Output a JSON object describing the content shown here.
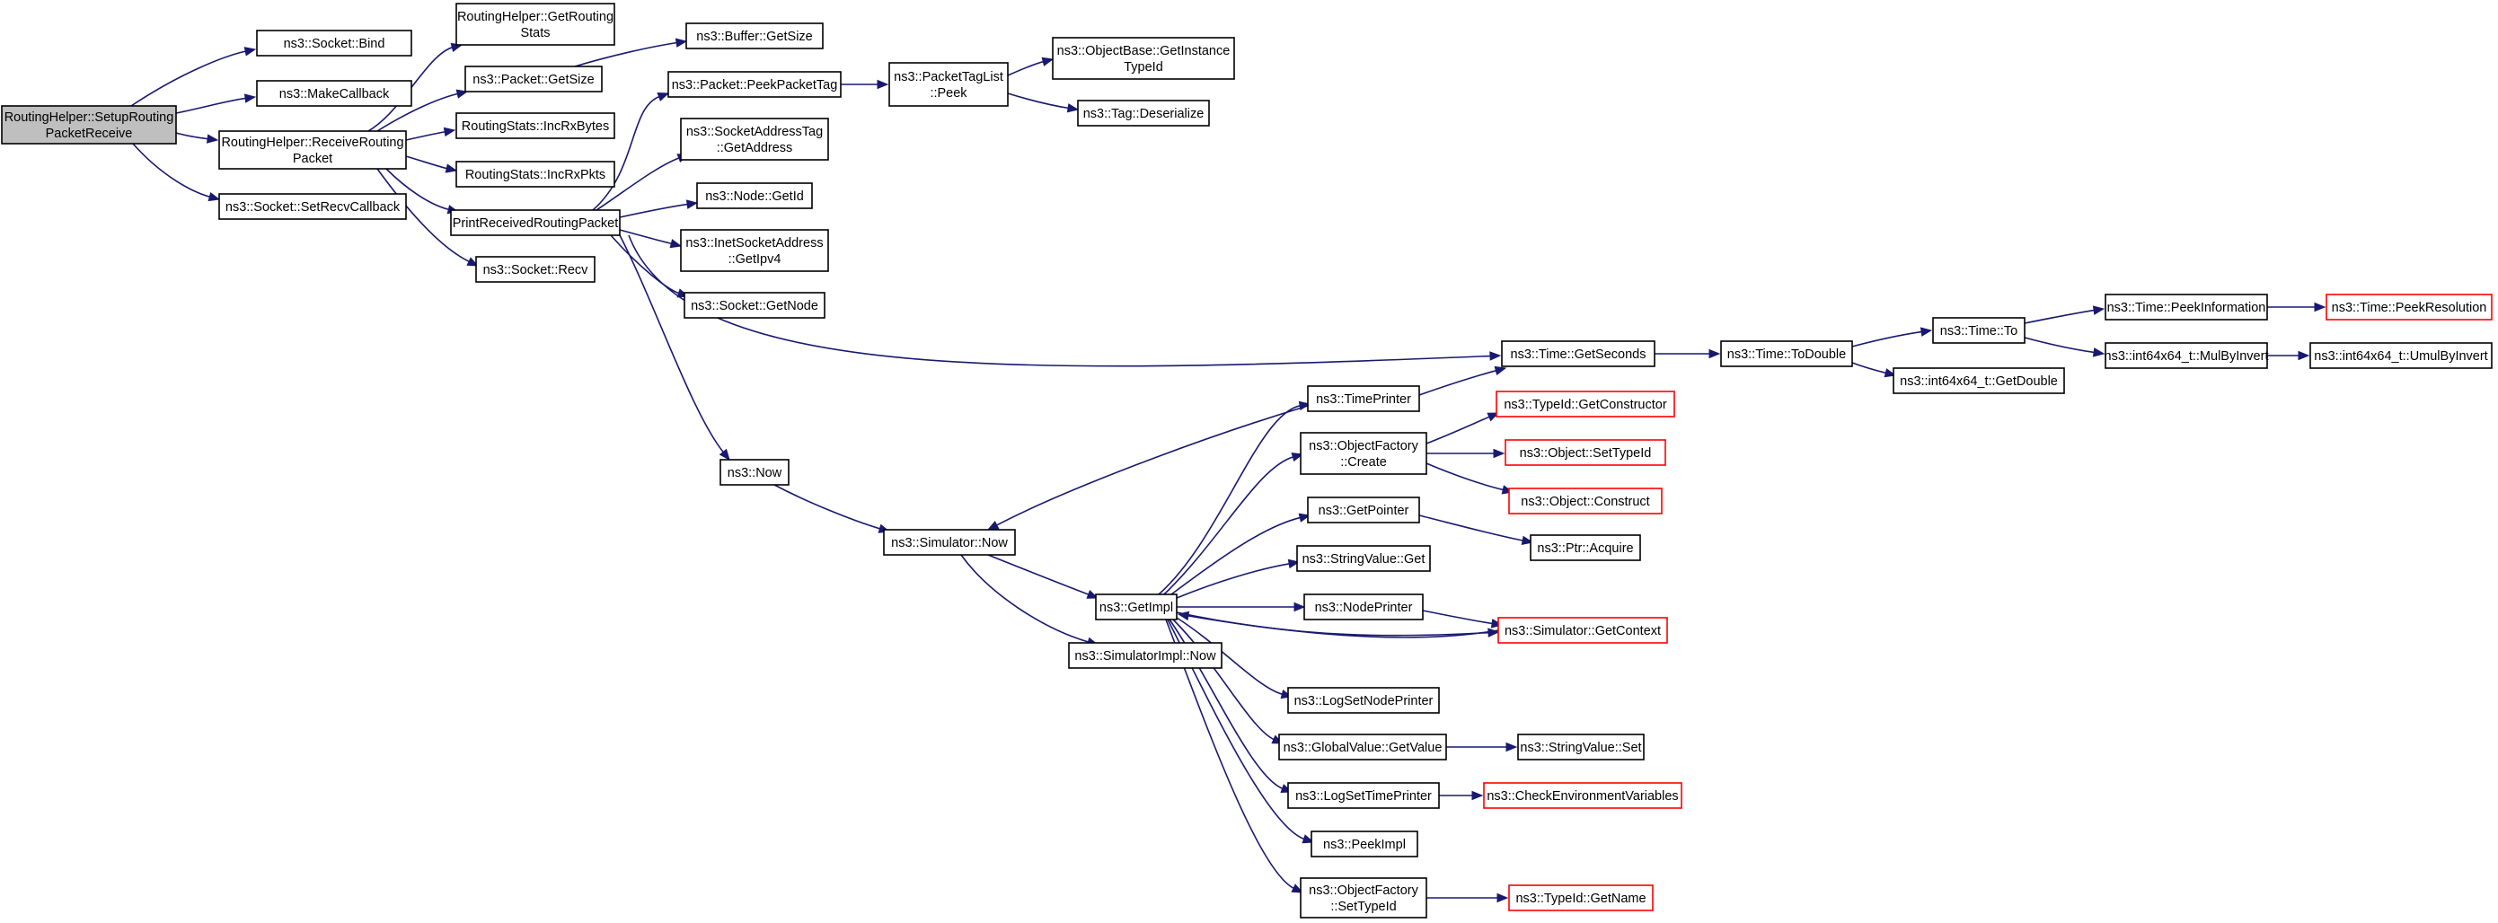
{
  "nodes": [
    {
      "id": "setup",
      "lines": [
        "RoutingHelper::SetupRouting",
        "PacketReceive"
      ],
      "style": "root"
    },
    {
      "id": "bind",
      "lines": [
        "ns3::Socket::Bind"
      ],
      "style": "normal"
    },
    {
      "id": "makecb",
      "lines": [
        "ns3::MakeCallback"
      ],
      "style": "normal"
    },
    {
      "id": "recvrouting",
      "lines": [
        "RoutingHelper::ReceiveRouting",
        "Packet"
      ],
      "style": "normal"
    },
    {
      "id": "setrecvcb",
      "lines": [
        "ns3::Socket::SetRecvCallback"
      ],
      "style": "normal"
    },
    {
      "id": "getroutingstats",
      "lines": [
        "RoutingHelper::GetRouting",
        "Stats"
      ],
      "style": "normal"
    },
    {
      "id": "pktgetsize",
      "lines": [
        "ns3::Packet::GetSize"
      ],
      "style": "normal"
    },
    {
      "id": "incrxbytes",
      "lines": [
        "RoutingStats::IncRxBytes"
      ],
      "style": "normal"
    },
    {
      "id": "incrxpkts",
      "lines": [
        "RoutingStats::IncRxPkts"
      ],
      "style": "normal"
    },
    {
      "id": "printrecv",
      "lines": [
        "PrintReceivedRoutingPacket"
      ],
      "style": "normal"
    },
    {
      "id": "sockrecv",
      "lines": [
        "ns3::Socket::Recv"
      ],
      "style": "normal"
    },
    {
      "id": "bufgetsize",
      "lines": [
        "ns3::Buffer::GetSize"
      ],
      "style": "normal"
    },
    {
      "id": "peekpackettag",
      "lines": [
        "ns3::Packet::PeekPacketTag"
      ],
      "style": "normal"
    },
    {
      "id": "sockaddrtag",
      "lines": [
        "ns3::SocketAddressTag",
        "::GetAddress"
      ],
      "style": "normal"
    },
    {
      "id": "nodegetid",
      "lines": [
        "ns3::Node::GetId"
      ],
      "style": "normal"
    },
    {
      "id": "inetsock",
      "lines": [
        "ns3::InetSocketAddress",
        "::GetIpv4"
      ],
      "style": "normal"
    },
    {
      "id": "sockgetnode",
      "lines": [
        "ns3::Socket::GetNode"
      ],
      "style": "normal"
    },
    {
      "id": "tagpeek",
      "lines": [
        "ns3::PacketTagList",
        "::Peek"
      ],
      "style": "normal"
    },
    {
      "id": "objbase",
      "lines": [
        "ns3::ObjectBase::GetInstance",
        "TypeId"
      ],
      "style": "normal"
    },
    {
      "id": "tagdeser",
      "lines": [
        "ns3::Tag::Deserialize"
      ],
      "style": "normal"
    },
    {
      "id": "timegetsec",
      "lines": [
        "ns3::Time::GetSeconds"
      ],
      "style": "normal"
    },
    {
      "id": "timetodouble",
      "lines": [
        "ns3::Time::ToDouble"
      ],
      "style": "normal"
    },
    {
      "id": "timeto",
      "lines": [
        "ns3::Time::To"
      ],
      "style": "normal"
    },
    {
      "id": "i64getdouble",
      "lines": [
        "ns3::int64x64_t::GetDouble"
      ],
      "style": "normal"
    },
    {
      "id": "peekinfo",
      "lines": [
        "ns3::Time::PeekInformation"
      ],
      "style": "normal"
    },
    {
      "id": "peekres",
      "lines": [
        "ns3::Time::PeekResolution"
      ],
      "style": "trunc"
    },
    {
      "id": "mulbyinv",
      "lines": [
        "ns3::int64x64_t::MulByInvert"
      ],
      "style": "normal"
    },
    {
      "id": "umulbyinv",
      "lines": [
        "ns3::int64x64_t::UmulByInvert"
      ],
      "style": "normal"
    },
    {
      "id": "now",
      "lines": [
        "ns3::Now"
      ],
      "style": "normal"
    },
    {
      "id": "simnow",
      "lines": [
        "ns3::Simulator::Now"
      ],
      "style": "normal"
    },
    {
      "id": "getimpl",
      "lines": [
        "ns3::GetImpl"
      ],
      "style": "normal"
    },
    {
      "id": "simimplnow",
      "lines": [
        "ns3::SimulatorImpl::Now"
      ],
      "style": "normal"
    },
    {
      "id": "timeprinter",
      "lines": [
        "ns3::TimePrinter"
      ],
      "style": "normal"
    },
    {
      "id": "objfactcreate",
      "lines": [
        "ns3::ObjectFactory",
        "::Create"
      ],
      "style": "normal"
    },
    {
      "id": "getpointer",
      "lines": [
        "ns3::GetPointer"
      ],
      "style": "normal"
    },
    {
      "id": "strvalget",
      "lines": [
        "ns3::StringValue::Get"
      ],
      "style": "normal"
    },
    {
      "id": "nodeprinter",
      "lines": [
        "ns3::NodePrinter"
      ],
      "style": "normal"
    },
    {
      "id": "logsetnode",
      "lines": [
        "ns3::LogSetNodePrinter"
      ],
      "style": "normal"
    },
    {
      "id": "globalval",
      "lines": [
        "ns3::GlobalValue::GetValue"
      ],
      "style": "normal"
    },
    {
      "id": "logsettime",
      "lines": [
        "ns3::LogSetTimePrinter"
      ],
      "style": "normal"
    },
    {
      "id": "peekimpl",
      "lines": [
        "ns3::PeekImpl"
      ],
      "style": "normal"
    },
    {
      "id": "objfactset",
      "lines": [
        "ns3::ObjectFactory",
        "::SetTypeId"
      ],
      "style": "normal"
    },
    {
      "id": "typeidgetctor",
      "lines": [
        "ns3::TypeId::GetConstructor"
      ],
      "style": "trunc"
    },
    {
      "id": "objsettypeid",
      "lines": [
        "ns3::Object::SetTypeId"
      ],
      "style": "trunc"
    },
    {
      "id": "objconstruct",
      "lines": [
        "ns3::Object::Construct"
      ],
      "style": "trunc"
    },
    {
      "id": "ptracquire",
      "lines": [
        "ns3::Ptr::Acquire"
      ],
      "style": "normal"
    },
    {
      "id": "simgetctx",
      "lines": [
        "ns3::Simulator::GetContext"
      ],
      "style": "trunc"
    },
    {
      "id": "strvalset",
      "lines": [
        "ns3::StringValue::Set"
      ],
      "style": "normal"
    },
    {
      "id": "checkenv",
      "lines": [
        "ns3::CheckEnvironmentVariables"
      ],
      "style": "trunc"
    },
    {
      "id": "typeidgetname",
      "lines": [
        "ns3::TypeId::GetName"
      ],
      "style": "trunc"
    }
  ],
  "edges": [
    [
      "setup",
      "bind"
    ],
    [
      "setup",
      "makecb"
    ],
    [
      "setup",
      "recvrouting"
    ],
    [
      "setup",
      "setrecvcb"
    ],
    [
      "recvrouting",
      "getroutingstats"
    ],
    [
      "recvrouting",
      "pktgetsize"
    ],
    [
      "recvrouting",
      "incrxbytes"
    ],
    [
      "recvrouting",
      "incrxpkts"
    ],
    [
      "recvrouting",
      "printrecv"
    ],
    [
      "recvrouting",
      "sockrecv"
    ],
    [
      "pktgetsize",
      "bufgetsize"
    ],
    [
      "printrecv",
      "peekpackettag"
    ],
    [
      "printrecv",
      "sockaddrtag"
    ],
    [
      "printrecv",
      "nodegetid"
    ],
    [
      "printrecv",
      "inetsock"
    ],
    [
      "printrecv",
      "sockgetnode"
    ],
    [
      "printrecv",
      "timegetsec"
    ],
    [
      "printrecv",
      "now"
    ],
    [
      "peekpackettag",
      "tagpeek"
    ],
    [
      "tagpeek",
      "objbase"
    ],
    [
      "tagpeek",
      "tagdeser"
    ],
    [
      "timegetsec",
      "timetodouble"
    ],
    [
      "timetodouble",
      "timeto"
    ],
    [
      "timetodouble",
      "i64getdouble"
    ],
    [
      "timeto",
      "peekinfo"
    ],
    [
      "timeto",
      "mulbyinv"
    ],
    [
      "peekinfo",
      "peekres"
    ],
    [
      "mulbyinv",
      "umulbyinv"
    ],
    [
      "now",
      "simnow"
    ],
    [
      "simnow",
      "getimpl"
    ],
    [
      "simnow",
      "simimplnow"
    ],
    [
      "timeprinter",
      "timegetsec"
    ],
    [
      "timeprinter",
      "simnow"
    ],
    [
      "getimpl",
      "timeprinter"
    ],
    [
      "getimpl",
      "objfactcreate"
    ],
    [
      "getimpl",
      "getpointer"
    ],
    [
      "getimpl",
      "strvalget"
    ],
    [
      "getimpl",
      "nodeprinter"
    ],
    [
      "getimpl",
      "simgetctx"
    ],
    [
      "getimpl",
      "logsetnode"
    ],
    [
      "getimpl",
      "globalval"
    ],
    [
      "getimpl",
      "logsettime"
    ],
    [
      "getimpl",
      "peekimpl"
    ],
    [
      "getimpl",
      "objfactset"
    ],
    [
      "objfactcreate",
      "typeidgetctor"
    ],
    [
      "objfactcreate",
      "objsettypeid"
    ],
    [
      "objfactcreate",
      "objconstruct"
    ],
    [
      "getpointer",
      "ptracquire"
    ],
    [
      "nodeprinter",
      "simgetctx"
    ],
    [
      "simgetctx",
      "getimpl"
    ],
    [
      "globalval",
      "strvalset"
    ],
    [
      "logsettime",
      "checkenv"
    ],
    [
      "objfactset",
      "typeidgetname"
    ]
  ]
}
